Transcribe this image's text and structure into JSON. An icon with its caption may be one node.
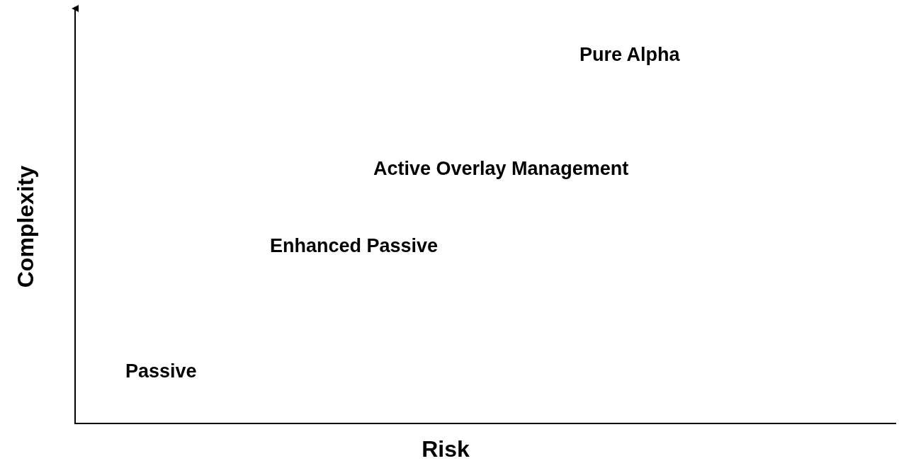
{
  "diagram": {
    "labels": [
      "Pure Alpha",
      "Complexity",
      "Active Overlay Management",
      "Enhanced Passive",
      "Passive",
      "Risk"
    ]
  }
}
